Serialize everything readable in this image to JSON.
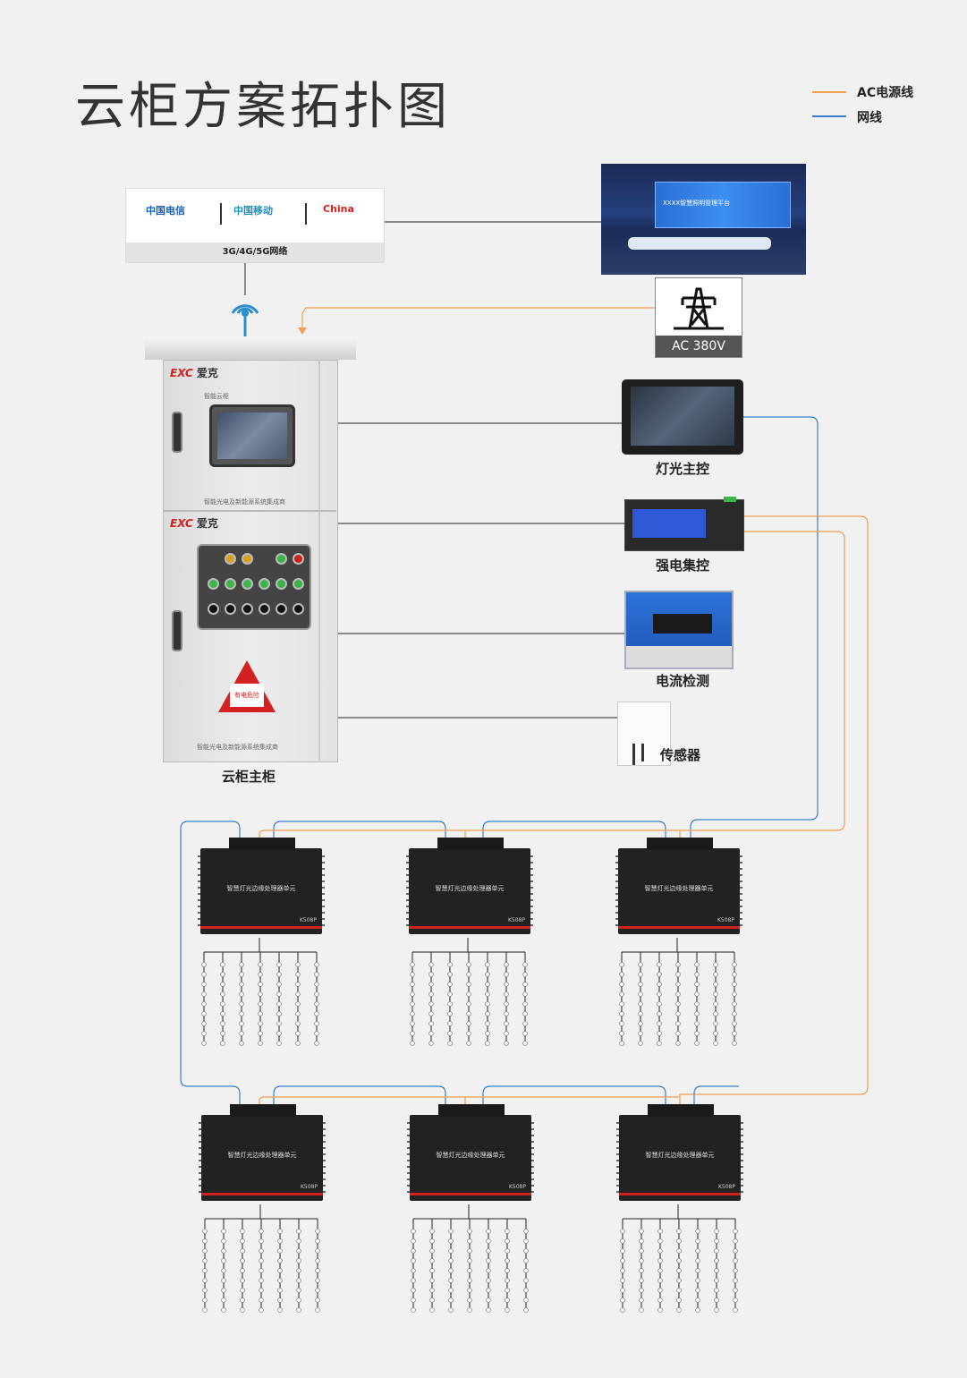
{
  "title": "云柜方案拓扑图",
  "legend": [
    {
      "label": "AC电源线",
      "color": "#f0a050"
    },
    {
      "label": "网线",
      "color": "#3a7fd0"
    }
  ],
  "carriers": {
    "telecom": "中国电信",
    "mobile": "中国移动",
    "unicom": "China",
    "network_label": "3G/4G/5G网络"
  },
  "control_center_screen": "XXXX智慧照明管理平台",
  "power": {
    "label": "AC 380V"
  },
  "cabinet": {
    "brand": "EXC",
    "brand_cn": "爱克",
    "top_caption": "智能云柜",
    "mid_caption": "智能光电及新能源系统集成商",
    "bottom_caption": "智能光电及新能源系统集成商",
    "warning": "有电危险",
    "label": "云柜主柜"
  },
  "devices": {
    "lighting_master": "灯光主控",
    "power_control": "强电集控",
    "current_detect": "电流检测",
    "sensor": "传感器"
  },
  "processor": {
    "label": "智慧灯光边缘处理器单元",
    "model": "K508P",
    "count": 6
  },
  "colors": {
    "ac_line": "#f0a050",
    "net_line": "#3a7fd0",
    "brand_red": "#d32020"
  }
}
